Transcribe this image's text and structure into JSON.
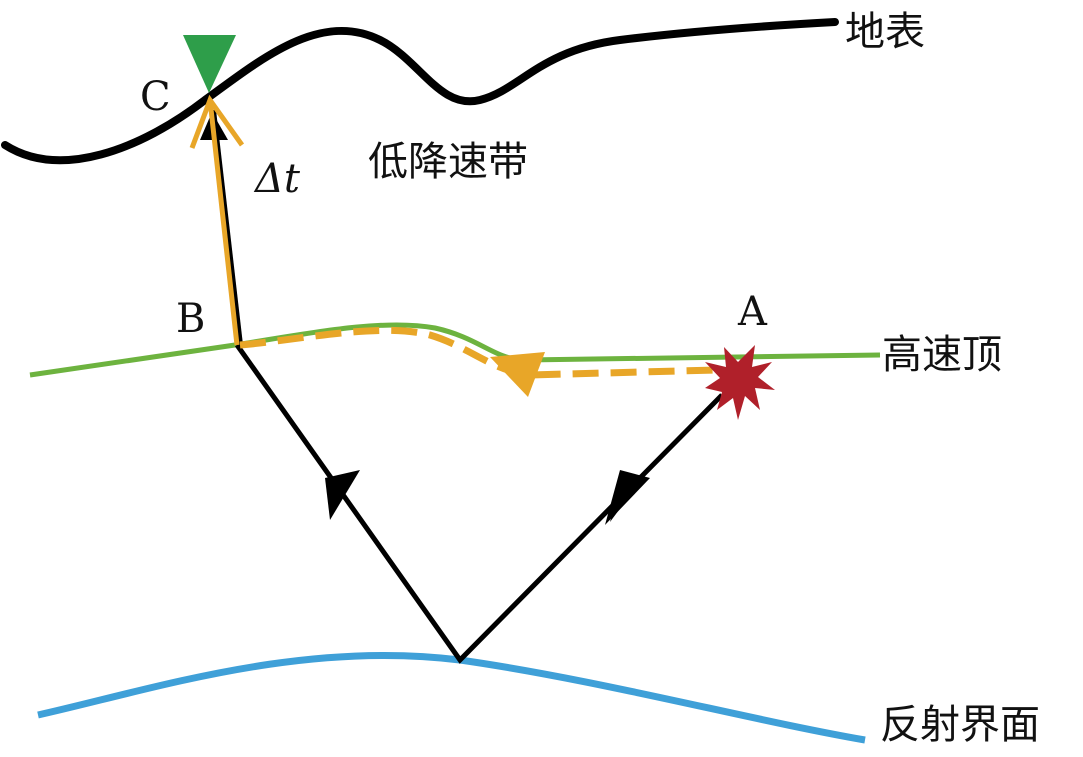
{
  "labels": {
    "surface": "地表",
    "low_velocity_zone": "低降速带",
    "high_velocity_top": "高速顶",
    "reflection_interface": "反射界面",
    "point_a": "A",
    "point_b": "B",
    "point_c": "C",
    "delta_t": "Δt"
  },
  "colors": {
    "surface": "#000000",
    "high_velocity_top": "#6db33f",
    "refracted_path": "#e8a628",
    "reflection_interface": "#3fa0d8",
    "receiver": "#2e9e4a",
    "source": "#b0202a",
    "ray": "#000000"
  }
}
